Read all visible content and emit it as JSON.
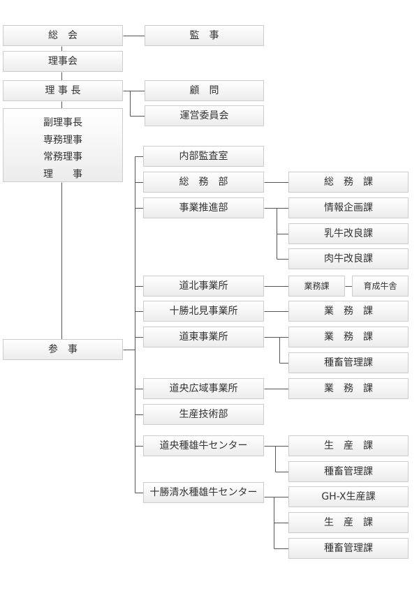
{
  "org": {
    "soukai": "総　会",
    "kanji": "監　事",
    "rijikai": "理事会",
    "rijicho": "理 事 長",
    "komon": "顧　問",
    "unei": "運営委員会",
    "officers": [
      "副理事長",
      "専務理事",
      "常務理事",
      "理　　事"
    ],
    "sanji": "参　事",
    "naibu": "内部監査室",
    "somubu": "総　務　部",
    "somuka": "総　務　課",
    "jigyobu": "事業推進部",
    "johoka": "情報企画課",
    "nyugyu": "乳牛改良課",
    "nikugyu": "肉牛改良課",
    "dohoku": "道北事業所",
    "gyomuka_small": "業務課",
    "ikusei": "育成牛舎",
    "tokachi_kitami": "十勝北見事業所",
    "gyomuka1": "業　務　課",
    "doto": "道東事業所",
    "gyomuka2": "業　務　課",
    "shuchiku1": "種畜管理課",
    "doo": "道央広域事業所",
    "gyomuka3": "業　務　課",
    "seisan_gijutsu": "生産技術部",
    "doo_center": "道央種雄牛センター",
    "seisan1": "生　産　課",
    "shuchiku2": "種畜管理課",
    "tokachi_shimizu": "十勝清水種雄牛センター",
    "ghx": "GH-X生産課",
    "seisan2": "生　産　課",
    "shuchiku3": "種畜管理課"
  },
  "colors": {
    "line": "#555555",
    "border": "#cccccc",
    "text": "#333333"
  }
}
